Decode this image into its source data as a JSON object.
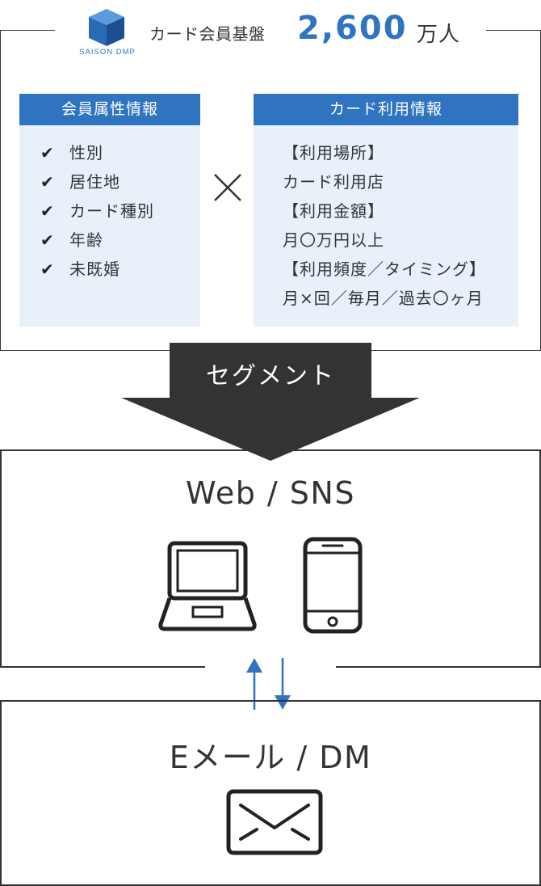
{
  "header": {
    "logo_text": "SAISON DMP",
    "label": "カード会員基盤",
    "count": "2,600",
    "unit": "万人"
  },
  "member_panel": {
    "title": "会員属性情報",
    "items": [
      "性別",
      "居住地",
      "カード種別",
      "年齢",
      "未既婚"
    ],
    "check_icon": "✔"
  },
  "usage_panel": {
    "title": "カード利用情報",
    "lines": [
      "【利用場所】",
      "カード利用店",
      "【利用金額】",
      "月〇万円以上",
      "【利用頻度／タイミング】",
      "月×回／毎月／過去〇ヶ月"
    ]
  },
  "segment": {
    "label": "セグメント"
  },
  "web_channel": {
    "title": "Web / SNS",
    "icons": [
      "laptop-icon",
      "smartphone-icon"
    ]
  },
  "exchange": {
    "icons": [
      "arrow-up-icon",
      "arrow-down-icon"
    ],
    "color": "#2f74c0"
  },
  "mail_channel": {
    "title": "Eメール / DM",
    "icons": [
      "envelope-icon"
    ]
  },
  "colors": {
    "accent": "#2f74c0",
    "panel_bg": "#e8f1fa",
    "text": "#333333",
    "arrow": "#333333"
  }
}
